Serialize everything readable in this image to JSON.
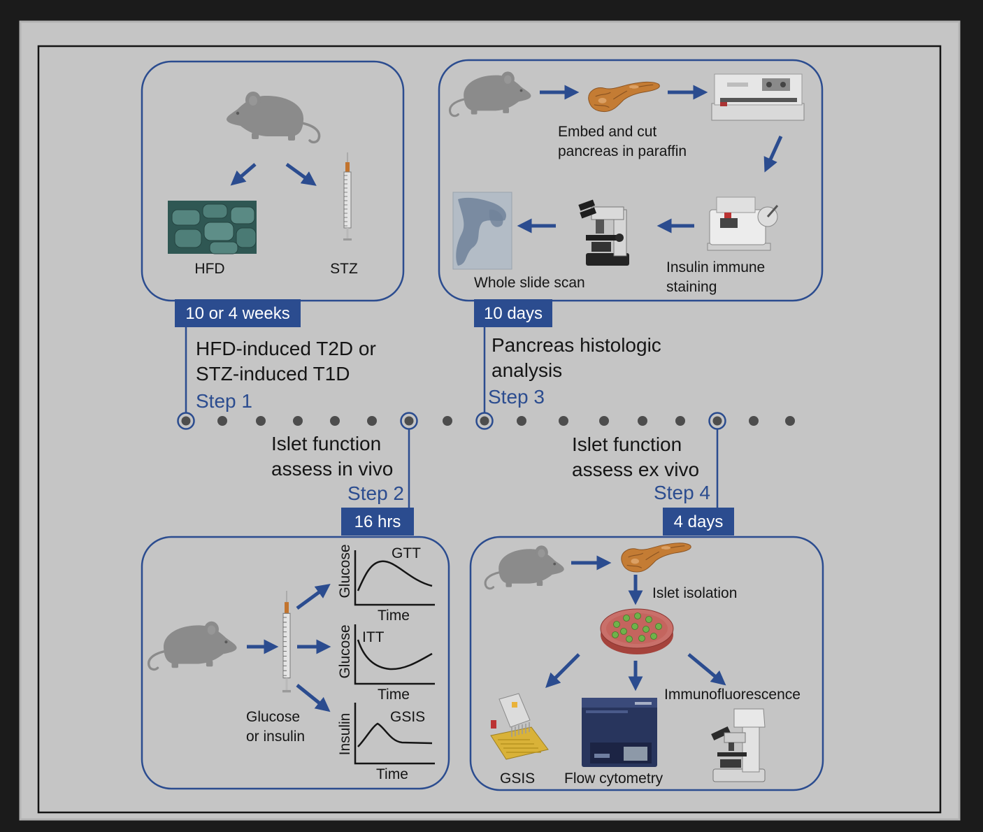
{
  "colors": {
    "page_background": "#1b1b1b",
    "panel_background": "#c5c5c5",
    "accent_blue": "#2b4c8f",
    "text": "#151515",
    "icon_gray": "#8b8b8b"
  },
  "icons": [
    "mouse-icon",
    "syringe-icon",
    "hfd-pellets-icon",
    "pancreas-icon",
    "microtome-icon",
    "microscope-icon",
    "slide-scan-icon",
    "petri-dish-icon",
    "pipette-plate-icon",
    "flow-cytometer-icon",
    "arrow-icon"
  ],
  "timeline": {
    "tags": {
      "step1": "10 or 4 weeks",
      "step2": "16 hrs",
      "step3": "10 days",
      "step4": "4 days"
    },
    "steps": {
      "step1": {
        "lines": [
          "HFD-induced T2D or",
          "STZ-induced T1D"
        ],
        "label": "Step 1"
      },
      "step2": {
        "lines": [
          "Islet function",
          "assess in vivo"
        ],
        "label": "Step 2"
      },
      "step3": {
        "lines": [
          "Pancreas histologic",
          "analysis"
        ],
        "label": "Step 3"
      },
      "step4": {
        "lines": [
          "Islet function",
          "assess ex vivo"
        ],
        "label": "Step 4"
      }
    }
  },
  "panels": {
    "model": {
      "hfd_label": "HFD",
      "stz_label": "STZ"
    },
    "histology": {
      "embed_lines": [
        "Embed and cut",
        "pancreas in paraffin"
      ],
      "staining_lines": [
        "Insulin immune",
        "staining"
      ],
      "scan_label": "Whole slide scan"
    },
    "in_vivo": {
      "injection_lines": [
        "Glucose",
        "or insulin"
      ],
      "plots": [
        {
          "title": "GTT",
          "ylabel": "Glucose",
          "xlabel": "Time"
        },
        {
          "title": "ITT",
          "ylabel": "Glucose",
          "xlabel": "Time"
        },
        {
          "title": "GSIS",
          "ylabel": "Insulin",
          "xlabel": "Time"
        }
      ]
    },
    "ex_vivo": {
      "isolation_label": "Islet isolation",
      "immunofluorescence_label": "Immunofluorescence",
      "gsis_label": "GSIS",
      "flow_label": "Flow cytometry"
    }
  }
}
